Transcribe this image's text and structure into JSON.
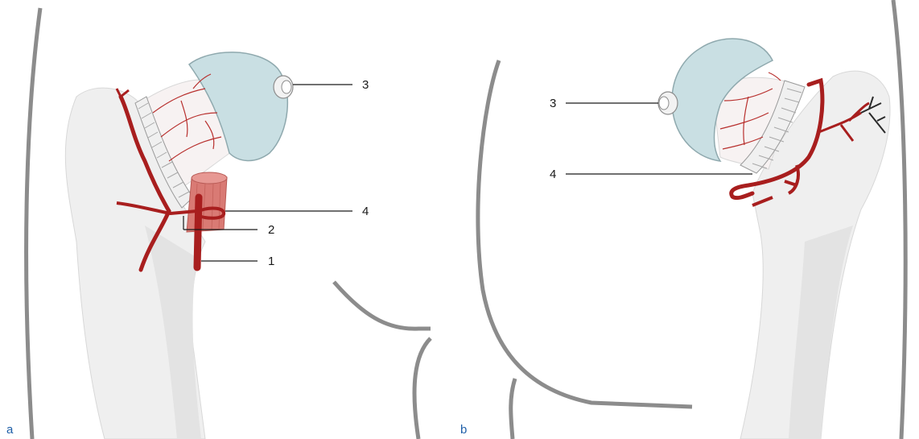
{
  "panel_a": {
    "letter": "a",
    "labels": {
      "l1": "1",
      "l2": "2",
      "l3": "3",
      "l4": "4"
    }
  },
  "panel_b": {
    "letter": "b",
    "labels": {
      "l3": "3",
      "l4": "4"
    }
  },
  "colors": {
    "bone": "#efefef",
    "bone_shade": "#e1e1e1",
    "cartilage": "#c9dfe3",
    "vessel": "#a81e1e",
    "muscle": "#d97a74",
    "outline": "#8c8c8c",
    "panel_letter": "#1f5fa8"
  }
}
